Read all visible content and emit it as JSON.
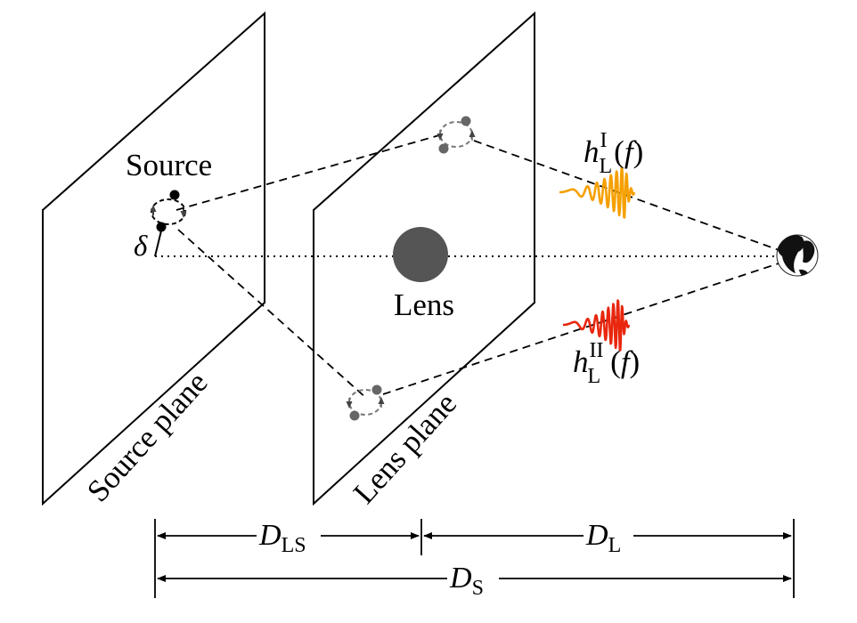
{
  "labels": {
    "source": "Source",
    "lens": "Lens",
    "source_plane": "Source plane",
    "lens_plane": "Lens plane",
    "delta": "δ"
  },
  "signal_1": {
    "h": "h",
    "sub": "L",
    "sup": "I",
    "arg": "(",
    "f": "f",
    "close": ")"
  },
  "signal_2": {
    "h": "h",
    "sub": "L",
    "sup": "II",
    "arg": "(",
    "f": "f",
    "close": ")"
  },
  "distances": {
    "d_ls": {
      "D": "D",
      "sub": "LS"
    },
    "d_l": {
      "D": "D",
      "sub": "L"
    },
    "d_s": {
      "D": "D",
      "sub": "S"
    }
  },
  "colors": {
    "lens": "#555555",
    "wave_1": "#f5a000",
    "wave_2": "#e8270e",
    "ray_gray": "#777777"
  },
  "icons": {
    "observer": "earth-globe-icon"
  }
}
